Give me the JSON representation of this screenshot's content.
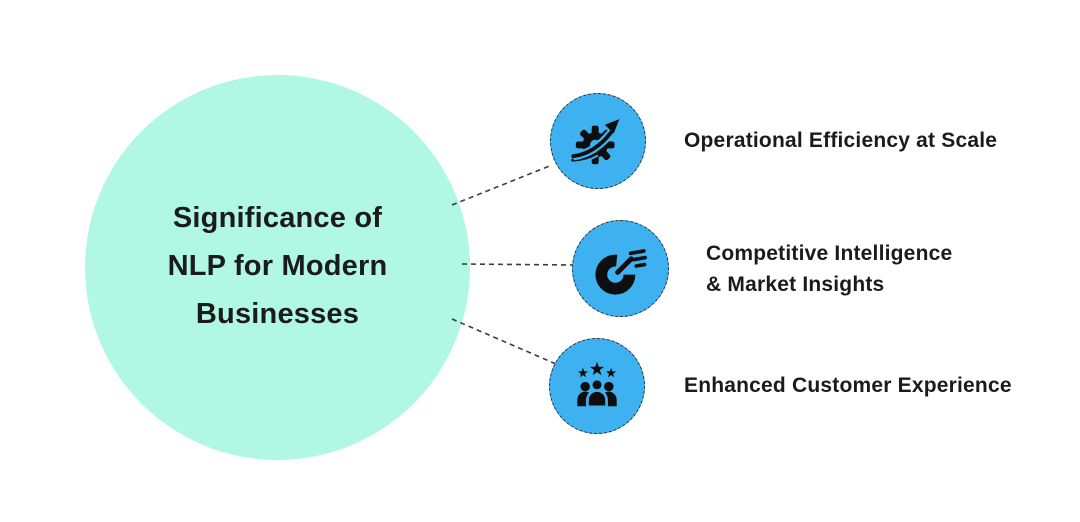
{
  "title": {
    "lines": [
      "Significance of",
      "NLP for Modern",
      "Businesses"
    ]
  },
  "nodes": [
    {
      "label_lines": [
        "Operational Efficiency at Scale"
      ],
      "icon": "gear-growth-arrow-icon"
    },
    {
      "label_lines": [
        "Competitive Intelligence",
        "& Market Insights"
      ],
      "icon": "donut-chart-pencil-icon"
    },
    {
      "label_lines": [
        "Enhanced Customer Experience"
      ],
      "icon": "customer-group-stars-icon"
    }
  ],
  "colors": {
    "page_background": "#ffffff",
    "main_circle_fill": "#b0f7e4",
    "node_circle_fill": "#3eb1f1",
    "icon_color": "#0e0e0e",
    "text_color": "#1b1b1b",
    "connector_color": "#3c3c3c",
    "node_border_color": "#2f2f2f"
  }
}
